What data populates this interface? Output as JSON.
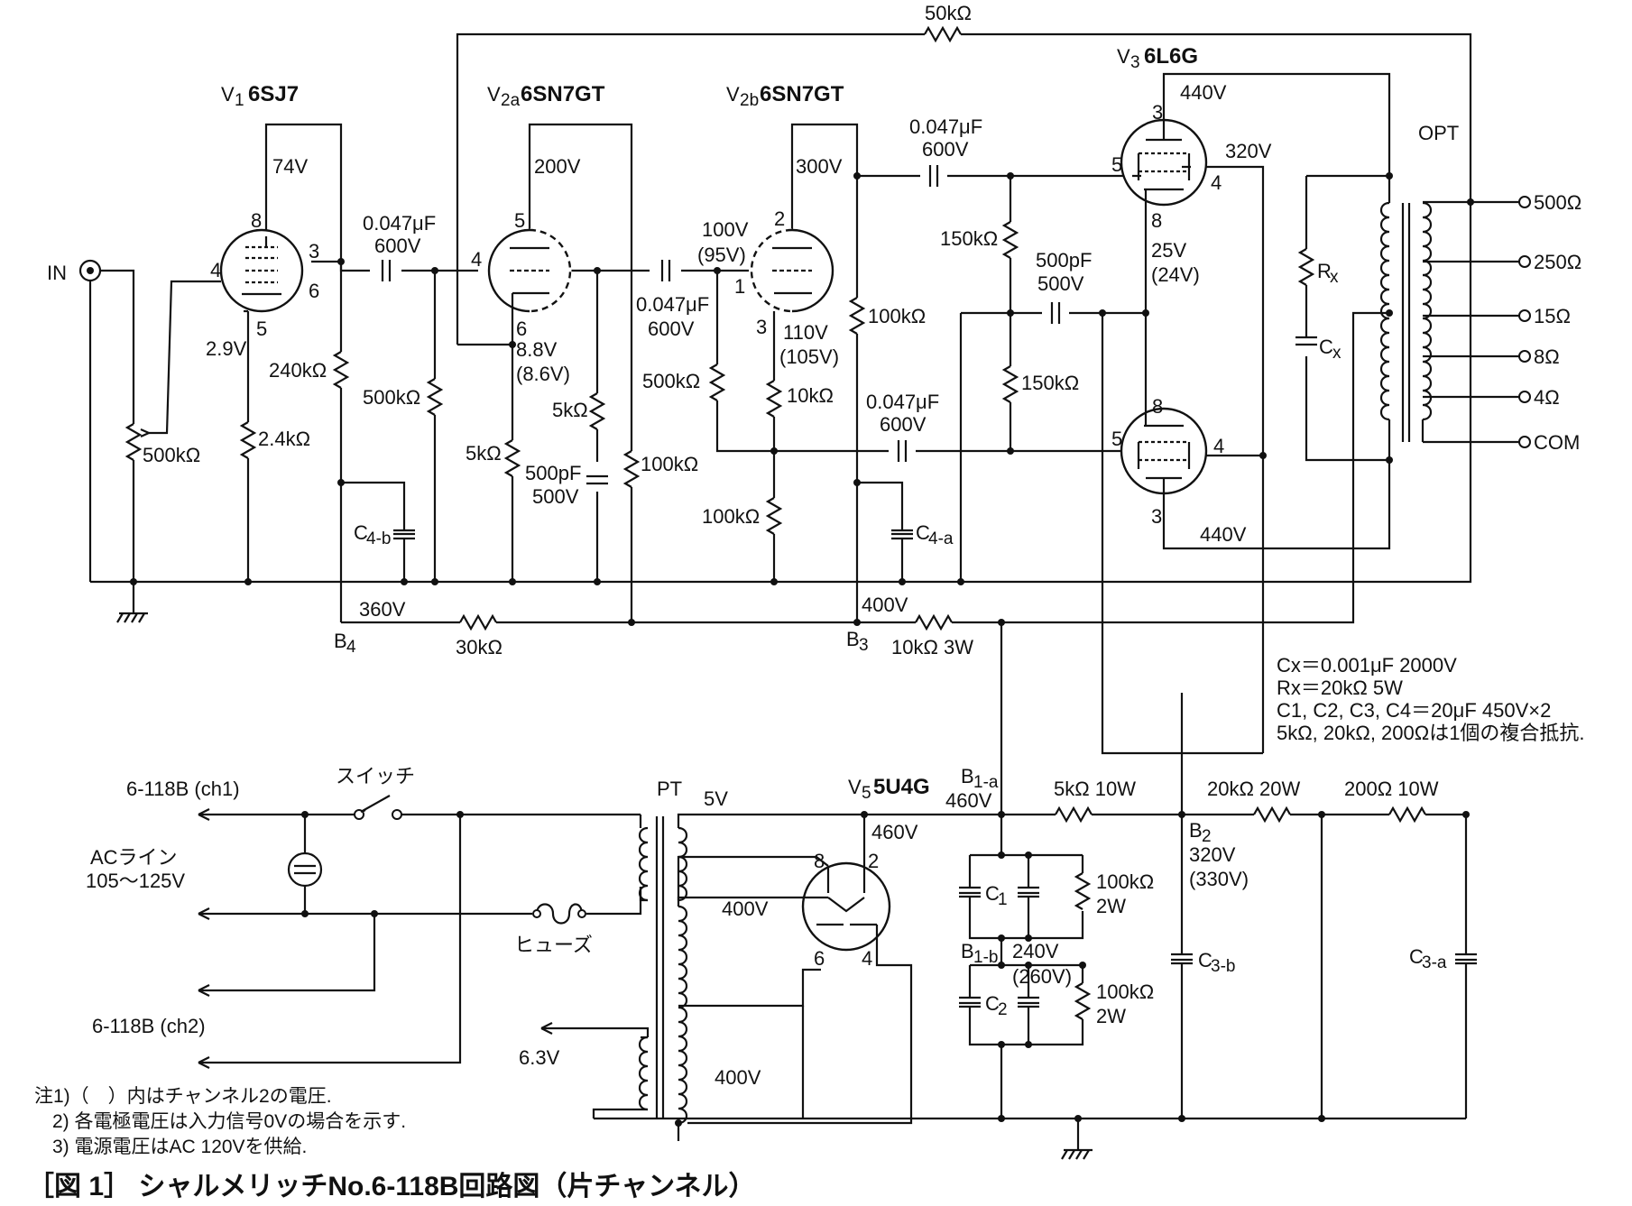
{
  "caption": "［図 1］ シャルメリッチNo.6-118B回路図（片チャンネル）",
  "tubes": {
    "v1": {
      "ref": "V",
      "sub": "1",
      "type": "6SJ7"
    },
    "v2a": {
      "ref": "V",
      "sub": "2a",
      "type": "6SN7GT"
    },
    "v2b": {
      "ref": "V",
      "sub": "2b",
      "type": "6SN7GT"
    },
    "v3": {
      "ref": "V",
      "sub": "3",
      "type": "6L6G"
    },
    "v5": {
      "ref": "V",
      "sub": "5",
      "type": "5U4G"
    }
  },
  "pins": {
    "v1_8": "8",
    "v1_3": "3",
    "v1_4": "4",
    "v1_6": "6",
    "v1_5": "5",
    "v2a_5": "5",
    "v2a_4": "4",
    "v2a_6": "6",
    "v2b_2": "2",
    "v2b_1": "1",
    "v2b_3": "3",
    "v3a_3": "3",
    "v3a_5": "5",
    "v3a_4": "4",
    "v3a_8": "8",
    "v3b_8": "8",
    "v3b_5": "5",
    "v3b_4": "4",
    "v3b_3": "3",
    "v5_8": "8",
    "v5_2": "2",
    "v5_6": "6",
    "v5_4": "4"
  },
  "voltages": {
    "v1_plate": "74V",
    "v1_cathode": "2.9V",
    "v2a_plate": "200V",
    "v2a_cathode": "8.8V",
    "v2a_cathode_ch2": "(8.6V)",
    "v2b_plate": "300V",
    "v2b_grid": "100V",
    "v2b_grid_ch2": "(95V)",
    "v2b_cathode": "110V",
    "v2b_cathode_ch2": "(105V)",
    "v3_plate_top": "440V",
    "v3_screen": "320V",
    "v3_cathode": "25V",
    "v3_cathode_ch2": "(24V)",
    "v3_plate_bottom": "440V",
    "b4": "360V",
    "b3": "400V",
    "v5_out": "460V",
    "b1a": "460V",
    "b1b": "240V",
    "b1b_ch2": "(260V)",
    "b2": "320V",
    "b2_ch2": "(330V)",
    "pt_5v": "5V",
    "pt_400v_a": "400V",
    "pt_400v_b": "400V",
    "pt_63v": "6.3V"
  },
  "components": {
    "r_fb": "50kΩ",
    "c1_val": "0.047μF",
    "c1_v": "600V",
    "c2_val": "0.047μF",
    "c2_v": "600V",
    "c3_val": "0.047μF",
    "c3_v": "600V",
    "c4_val": "0.047μF",
    "c4_v": "600V",
    "r_in": "500kΩ",
    "r_v1k": "2.4kΩ",
    "r_v1p": "240kΩ",
    "r_v2ag": "500kΩ",
    "r_v2ak": "5kΩ",
    "r_dec5k": "5kΩ",
    "c_dec": "500pF",
    "c_dec_v": "500V",
    "r_v2ap": "100kΩ",
    "r_v2bg": "500kΩ",
    "r_v2bk1": "10kΩ",
    "r_v2bk2": "100kΩ",
    "r_v2bp": "100kΩ",
    "r_g1": "150kΩ",
    "r_g2": "150kΩ",
    "c_k": "500pF",
    "c_k_v": "500V",
    "r_b4": "30kΩ",
    "r_b3": "10kΩ 3W",
    "c4b": "C",
    "c4b_sub": "4-b",
    "c4a": "C",
    "c4a_sub": "4-a",
    "rx": "R",
    "rx_sub": "x",
    "cx": "C",
    "cx_sub": "x",
    "opt": "OPT",
    "pt": "PT",
    "r_5k": "5kΩ 10W",
    "r_20k": "20kΩ 20W",
    "r_200": "200Ω 10W",
    "r_bl1": "100kΩ",
    "r_bl1_w": "2W",
    "r_bl2": "100kΩ",
    "r_bl2_w": "2W",
    "c1": "C",
    "c1_sub": "1",
    "c2": "C",
    "c2_sub": "2",
    "c3b": "C",
    "c3b_sub": "3-b",
    "c3a": "C",
    "c3a_sub": "3-a"
  },
  "nodes": {
    "b4": "B",
    "b4_sub": "4",
    "b3": "B",
    "b3_sub": "3",
    "b1a": "B",
    "b1a_sub": "1-a",
    "b1b": "B",
    "b1b_sub": "1-b",
    "b2": "B",
    "b2_sub": "2",
    "in": "IN"
  },
  "outputs": [
    "500Ω",
    "250Ω",
    "15Ω",
    "8Ω",
    "4Ω",
    "COM"
  ],
  "power": {
    "ch1": "6-118B (ch1)",
    "ch2": "6-118B (ch2)",
    "acline": "ACライン",
    "acrange": "105～125V",
    "switch": "スイッチ",
    "fuse": "ヒューズ"
  },
  "specs": [
    "Cx＝0.001μF 2000V",
    "Rx＝20kΩ 5W",
    "C1, C2, C3, C4＝20μF 450V×2",
    "5kΩ, 20kΩ, 200Ωは1個の複合抵抗."
  ],
  "notes": [
    "注1)（　）内はチャンネル2の電圧.",
    "2) 各電極電圧は入力信号0Vの場合を示す.",
    "3) 電源電圧はAC 120Vを供給."
  ]
}
